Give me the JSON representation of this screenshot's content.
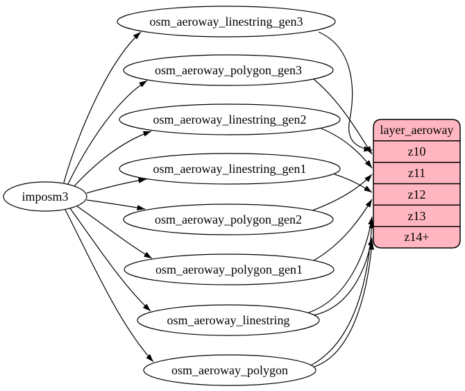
{
  "diagram": {
    "source": {
      "label": "imposm3"
    },
    "tables": [
      {
        "label": "osm_aeroway_linestring_gen3"
      },
      {
        "label": "osm_aeroway_polygon_gen3"
      },
      {
        "label": "osm_aeroway_linestring_gen2"
      },
      {
        "label": "osm_aeroway_linestring_gen1"
      },
      {
        "label": "osm_aeroway_polygon_gen2"
      },
      {
        "label": "osm_aeroway_polygon_gen1"
      },
      {
        "label": "osm_aeroway_linestring"
      },
      {
        "label": "osm_aeroway_polygon"
      }
    ],
    "layer": {
      "title": "layer_aeroway",
      "rows": [
        {
          "label": "z10"
        },
        {
          "label": "z11"
        },
        {
          "label": "z12"
        },
        {
          "label": "z13"
        },
        {
          "label": "z14+"
        }
      ]
    },
    "edges": [
      {
        "from": "imposm3",
        "to": "osm_aeroway_linestring_gen3"
      },
      {
        "from": "imposm3",
        "to": "osm_aeroway_polygon_gen3"
      },
      {
        "from": "imposm3",
        "to": "osm_aeroway_linestring_gen2"
      },
      {
        "from": "imposm3",
        "to": "osm_aeroway_linestring_gen1"
      },
      {
        "from": "imposm3",
        "to": "osm_aeroway_polygon_gen2"
      },
      {
        "from": "imposm3",
        "to": "osm_aeroway_polygon_gen1"
      },
      {
        "from": "imposm3",
        "to": "osm_aeroway_linestring"
      },
      {
        "from": "imposm3",
        "to": "osm_aeroway_polygon"
      },
      {
        "from": "osm_aeroway_linestring_gen3",
        "to": "z10"
      },
      {
        "from": "osm_aeroway_polygon_gen3",
        "to": "z10"
      },
      {
        "from": "osm_aeroway_linestring_gen2",
        "to": "z11"
      },
      {
        "from": "osm_aeroway_polygon_gen2",
        "to": "z11"
      },
      {
        "from": "osm_aeroway_linestring_gen1",
        "to": "z12"
      },
      {
        "from": "osm_aeroway_polygon_gen1",
        "to": "z12"
      },
      {
        "from": "osm_aeroway_linestring",
        "to": "z13"
      },
      {
        "from": "osm_aeroway_linestring",
        "to": "z14+"
      },
      {
        "from": "osm_aeroway_polygon",
        "to": "z13"
      },
      {
        "from": "osm_aeroway_polygon",
        "to": "z14+"
      }
    ],
    "colors": {
      "layer_fill": "#ffb6c1",
      "node_fill": "#ffffff",
      "stroke": "#000000",
      "background": "#ffffff"
    }
  }
}
